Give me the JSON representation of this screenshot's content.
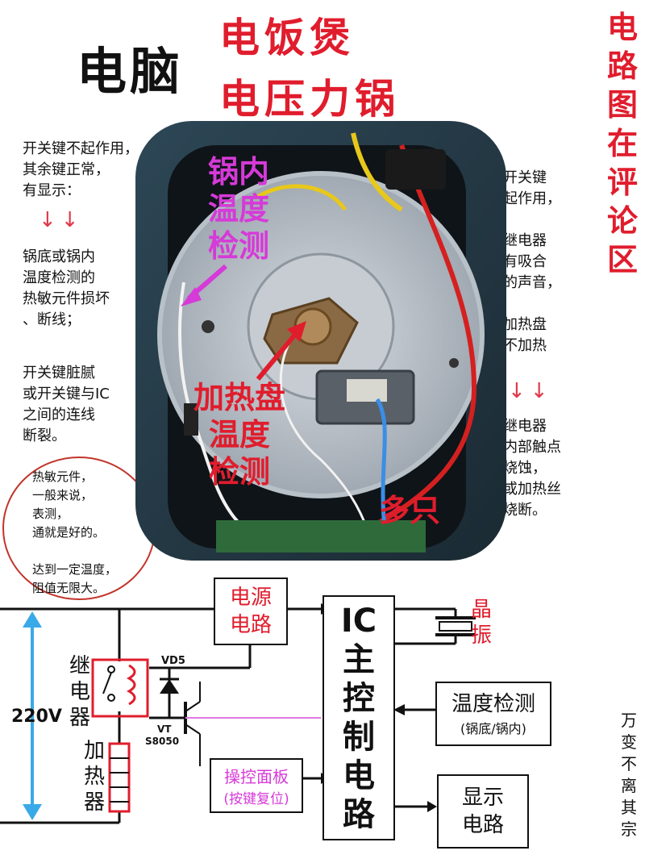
{
  "header": {
    "title_black": "电脑",
    "title_red_line1": "电饭煲",
    "title_red_line2": "电压力锅",
    "vertical_right": "电路图在评论区"
  },
  "left_notes": {
    "symptom": "开关键不起作用，\n其余键正常，\n有显示：",
    "arrows": "↓↓",
    "cause1": "锅底或锅内\n温度检测的\n热敏元件损坏\n、断线；",
    "cause2": "开关键脏腻\n或开关键与IC\n之间的连线\n断裂。",
    "oval": "热敏元件，\n一般来说，\n表测，\n通就是好的。\n\n达到一定温度，\n阻值无限大。"
  },
  "right_notes": {
    "symptom": "开关键\n起作用，\n\n继电器\n有吸合\n的声音，\n\n加热盘\n不加热",
    "arrows": "↓↓",
    "cause": "继电器\n内部触点\n烧蚀，\n或加热丝\n烧断。"
  },
  "photo_labels": {
    "inner_temp": "锅内\n温度\n检测",
    "plate_temp": "加热盘\n温度\n检测",
    "many": "多只"
  },
  "circuit": {
    "power_box": "电源\n电路",
    "ic_box": "IC\n主\n控\n制\n电\n路",
    "crystal": "晶\n振",
    "temp_box": "温度检测",
    "temp_box_sub": "(锅底/锅内)",
    "panel_box": "操控面板",
    "panel_box_sub": "(按键复位)",
    "display_box": "显示\n电路",
    "relay_label": "继\n电\n器",
    "heater_label": "加\n热\n器",
    "voltage": "220V",
    "vd5": "VD5",
    "vt": "VT",
    "s8050": "S8050",
    "vertical_bottom": "万变不离其宗"
  },
  "colors": {
    "red": "#e01d2d",
    "magenta": "#d63ad8",
    "cyan_arrow": "#3aa9e8",
    "wire_pink": "#e27ae0"
  }
}
